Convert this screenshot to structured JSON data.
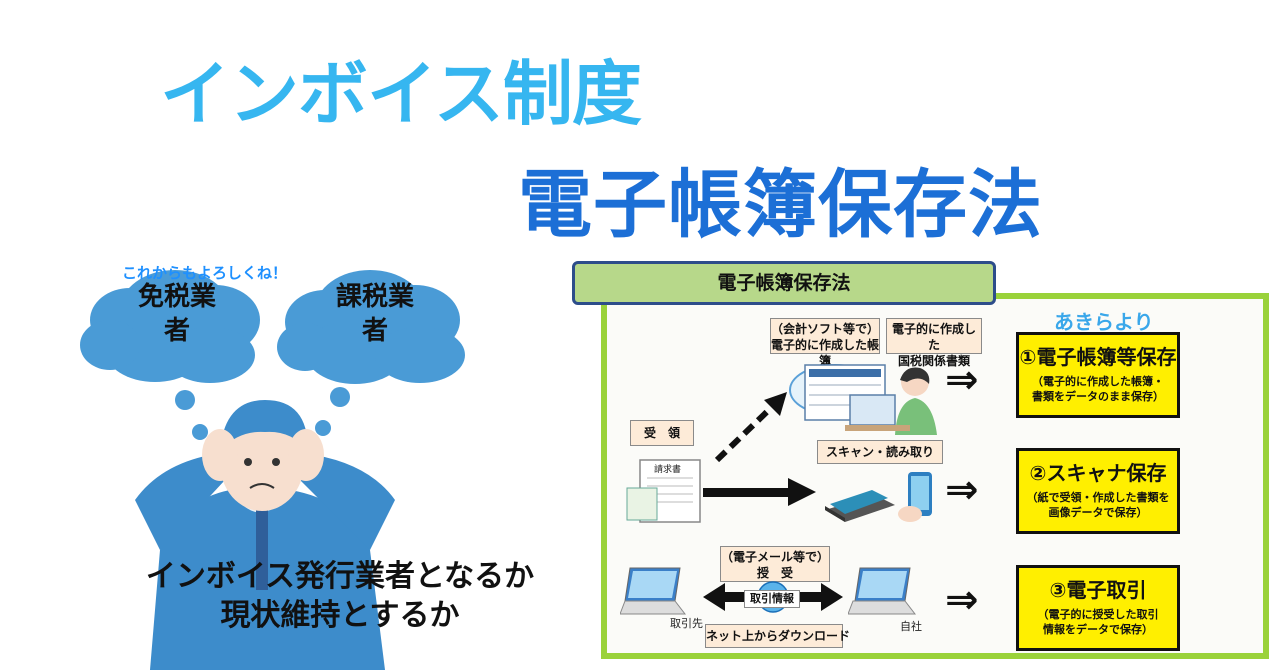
{
  "titles": {
    "line1": "インボイス制度",
    "line2": "電子帳簿保存法"
  },
  "left": {
    "tiny_text": "これからもよろしくね！",
    "cloud_left": "免税業\n者",
    "cloud_right": "課税業\n者",
    "caption_line1": "インボイス発行業者となるか",
    "caption_line2": "現状維持とするか"
  },
  "diagram": {
    "header": "電子帳簿保存法",
    "credit": "あきらより",
    "label_accounting": "（会計ソフト等で）\n電子的に作成した帳簿",
    "label_national_tax": "電子的に作成した\n国税関係書類",
    "label_receive": "受　領",
    "label_scan": "スキャン・読み取り",
    "label_email": "（電子メール等で）\n授　受",
    "label_trade_info": "取引情報",
    "label_download": "ネット上からダウンロード",
    "label_partner": "取引先",
    "label_self": "自社",
    "doc_title": "請求書",
    "box1_title": "①電子帳簿等保存",
    "box1_desc": "（電子的に作成した帳簿・\n書類をデータのまま保存）",
    "box2_title": "②スキャナ保存",
    "box2_desc": "（紙で受領・作成した書類を\n画像データで保存）",
    "box3_title": "③電子取引",
    "box3_desc": "（電子的に授受した取引\n情報をデータで保存）"
  },
  "colors": {
    "title1": "#36b6f0",
    "title2": "#1c6fd6",
    "cloud": "#4a9bd6",
    "header_bg": "#b7d88a",
    "frame": "#9ad23a",
    "highlight": "#ffef00"
  }
}
